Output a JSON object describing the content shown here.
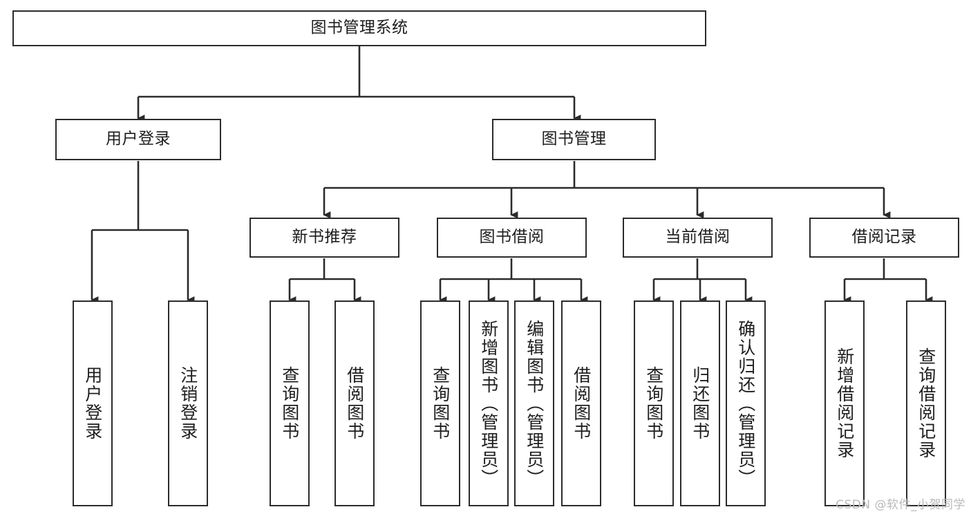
{
  "diagram": {
    "type": "tree-hierarchy-chart",
    "title_node": {
      "id": "root",
      "label": "图书管理系统"
    },
    "level2": [
      {
        "id": "user-login",
        "label": "用户登录"
      },
      {
        "id": "book-management",
        "label": "图书管理"
      }
    ],
    "level3": [
      {
        "id": "new-book-recommend",
        "label": "新书推荐"
      },
      {
        "id": "book-borrow",
        "label": "图书借阅"
      },
      {
        "id": "current-borrow",
        "label": "当前借阅"
      },
      {
        "id": "borrow-record",
        "label": "借阅记录"
      }
    ],
    "leaves": {
      "user_login": [
        {
          "id": "leaf-user-login",
          "label": "用户登录"
        },
        {
          "id": "leaf-logout-login",
          "label": "注销登录"
        }
      ],
      "new_book_recommend": [
        {
          "id": "leaf-query-books-1",
          "label": "查询图书"
        },
        {
          "id": "leaf-borrow-books-1",
          "label": "借阅图书"
        }
      ],
      "book_borrow": [
        {
          "id": "leaf-query-books-2",
          "label": "查询图书"
        },
        {
          "id": "leaf-add-book-admin",
          "label": "新增图书（管理员）"
        },
        {
          "id": "leaf-edit-book-admin",
          "label": "编辑图书（管理员）"
        },
        {
          "id": "leaf-borrow-books-2",
          "label": "借阅图书"
        }
      ],
      "current_borrow": [
        {
          "id": "leaf-query-books-3",
          "label": "查询图书"
        },
        {
          "id": "leaf-return-books",
          "label": "归还图书"
        },
        {
          "id": "leaf-confirm-return-admin",
          "label": "确认归还（管理员）"
        }
      ],
      "borrow_record": [
        {
          "id": "leaf-add-borrow-record",
          "label": "新增借阅记录"
        },
        {
          "id": "leaf-query-borrow-record",
          "label": "查询借阅记录"
        }
      ]
    },
    "watermark": "CSDN @软件_小贺同学",
    "colors": {
      "stroke": "#2b2b2b",
      "fill": "#ffffff",
      "text": "#1d1d1d",
      "watermark": "#b9b9b9"
    }
  }
}
